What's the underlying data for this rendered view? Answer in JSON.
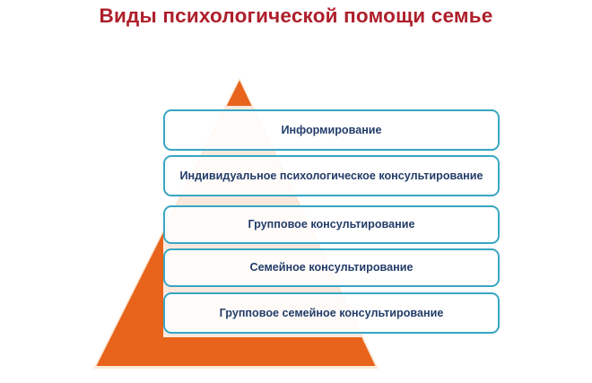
{
  "slide": {
    "title": "Виды психологической помощи семье",
    "title_color": "#AE1F2B",
    "background_color": "#FFFFFF"
  },
  "diagram": {
    "type": "pyramid",
    "shape_name": "orange-triangle",
    "triangle_color": "#E8631B",
    "triangle_outline_color": "#FBEAD9",
    "row_border_color": "#37A6C3",
    "row_text_color": "#233D69",
    "row_fill_color": "#FFFFFF",
    "overlap_tint_color": "#FBF0EA",
    "levels": [
      {
        "index": 1,
        "label": "Информирование"
      },
      {
        "index": 2,
        "label": "Индивидуальное психологическое консультирование"
      },
      {
        "index": 3,
        "label": "Групповое консультирование"
      },
      {
        "index": 4,
        "label": "Семейное консультирование"
      },
      {
        "index": 5,
        "label": "Групповое семейное консультирование"
      }
    ]
  }
}
